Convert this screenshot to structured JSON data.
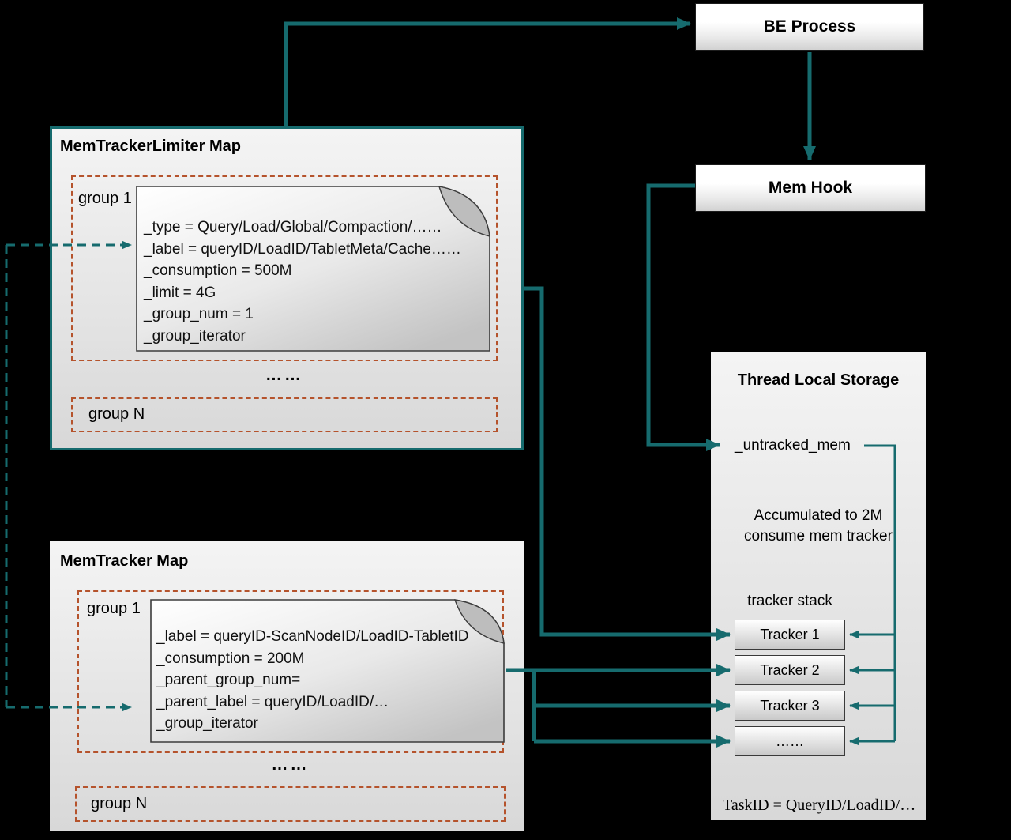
{
  "colors": {
    "arrow_teal": "#166b6e",
    "group_border": "#b5532c",
    "background": "#000000"
  },
  "be_process": {
    "label": "BE Process"
  },
  "mem_hook": {
    "label": "Mem Hook"
  },
  "thread_local_storage": {
    "title": "Thread Local Storage",
    "untracked_mem_label": "_untracked_mem",
    "note_line1": "Accumulated to 2M",
    "note_line2": "consume mem tracker",
    "stack_label": "tracker stack",
    "trackers": [
      "Tracker 1",
      "Tracker 2",
      "Tracker 3",
      "……"
    ],
    "task_id_label": "TaskID = QueryID/LoadID/…"
  },
  "mem_tracker_limiter_map": {
    "title": "MemTrackerLimiter Map",
    "group_first": "group 1",
    "group_last": "group N",
    "between_groups": "……",
    "fields": [
      "_type = Query/Load/Global/Compaction/……",
      "_label = queryID/LoadID/TabletMeta/Cache……",
      "_consumption = 500M",
      "_limit = 4G",
      "_group_num = 1",
      "_group_iterator"
    ]
  },
  "mem_tracker_map": {
    "title": "MemTracker Map",
    "group_first": "group 1",
    "group_last": "group N",
    "between_groups": "……",
    "fields": [
      "_label = queryID-ScanNodeID/LoadID-TabletID",
      "_consumption = 200M",
      "_parent_group_num=",
      "_parent_label = queryID/LoadID/…",
      "_group_iterator"
    ]
  }
}
